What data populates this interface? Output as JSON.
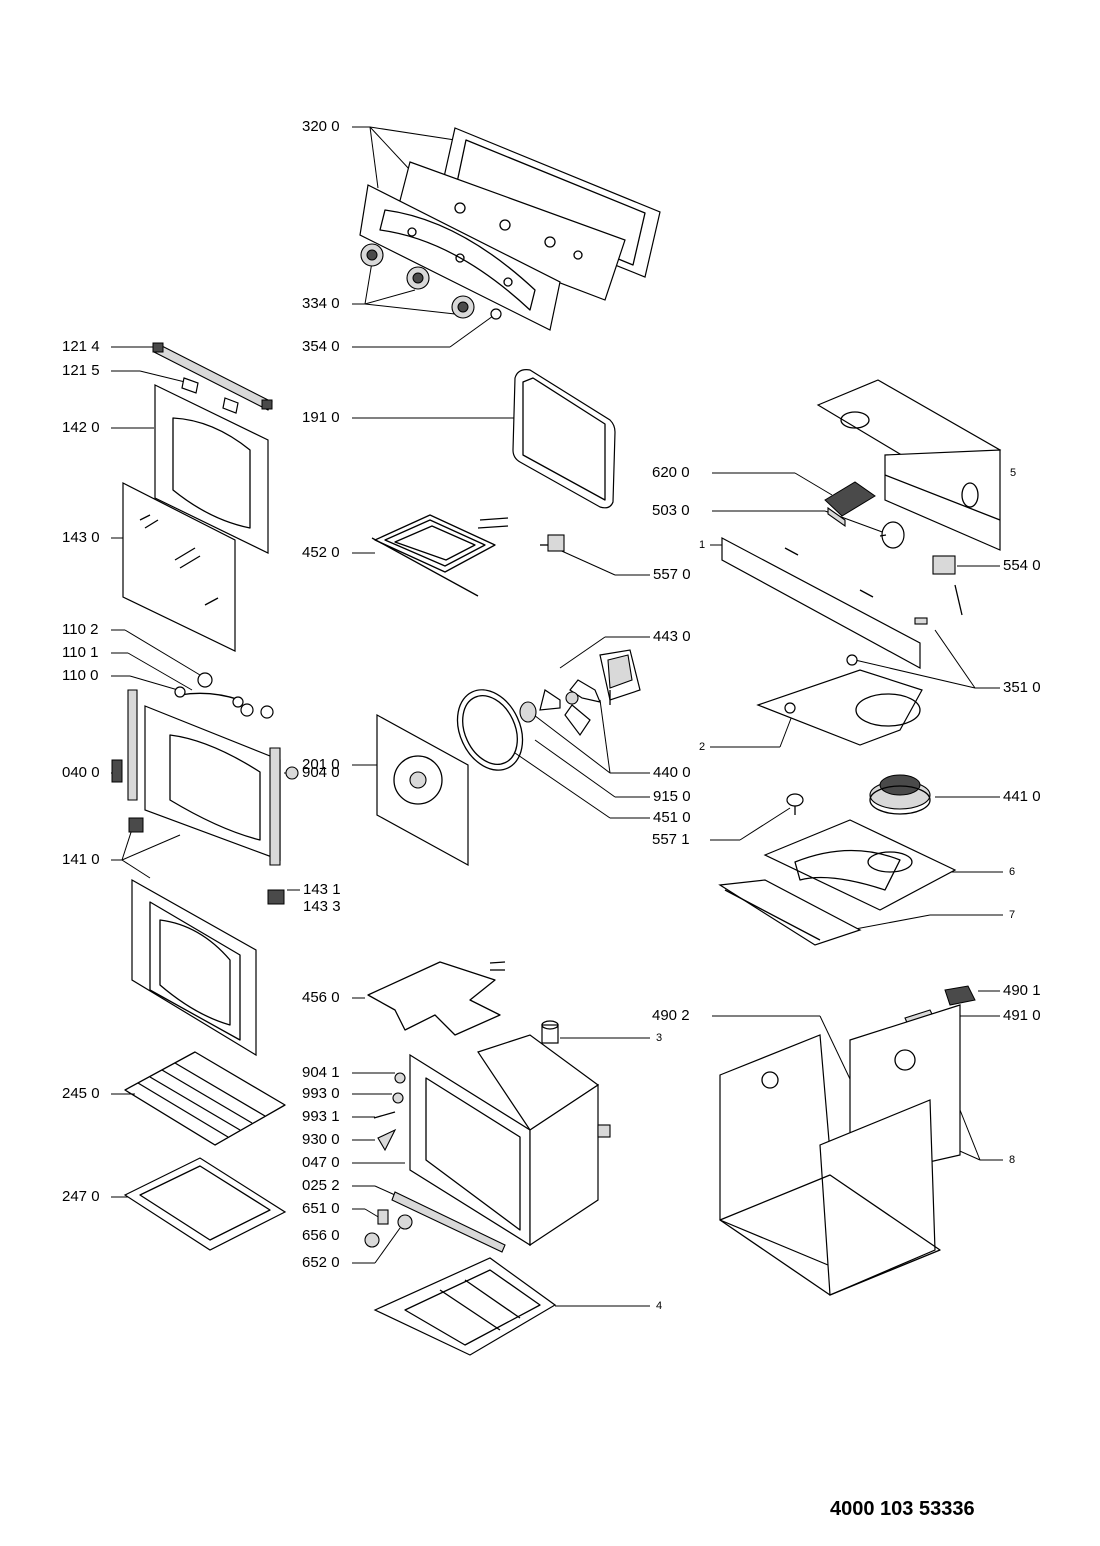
{
  "document_number": "4000 103 53336",
  "labels": {
    "p3200": "320 0",
    "p3340": "334 0",
    "p3540": "354 0",
    "p1214": "121 4",
    "p1215": "121 5",
    "p1910": "191 0",
    "p1420": "142 0",
    "p6200": "620 0",
    "p5030": "503 0",
    "p4520": "452 0",
    "p1430": "143 0",
    "p5570": "557 0",
    "p5540": "554 0",
    "p1102": "110 2",
    "p1101": "110 1",
    "p1100": "110 0",
    "p4430": "443 0",
    "p3510": "351 0",
    "p2010": "201 0",
    "p9040": "904 0",
    "p0400": "040 0",
    "p4400": "440 0",
    "p4410": "441 0",
    "p9150": "915 0",
    "p4510": "451 0",
    "p5571": "557 1",
    "p1410": "141 0",
    "p1431": "143 1",
    "p1433": "143 3",
    "p4560": "456 0",
    "p4901": "490 1",
    "p4910": "491 0",
    "p4902": "490 2",
    "p9041": "904 1",
    "p9930": "993 0",
    "p2450": "245 0",
    "p9931": "993 1",
    "p9300": "930 0",
    "p0470": "047 0",
    "p0252": "025 2",
    "p2470": "247 0",
    "p6510": "651 0",
    "p6560": "656 0",
    "p6520": "652 0",
    "r1": "1",
    "r2": "2",
    "r3": "3",
    "r4": "4",
    "r5": "5",
    "r6": "6",
    "r7": "7",
    "r8": "8"
  }
}
